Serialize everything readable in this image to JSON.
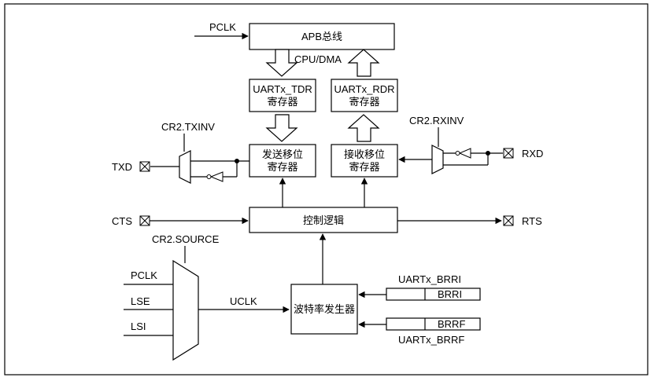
{
  "labels": {
    "pclk_top": "PCLK",
    "apb_bus": "APB总线",
    "cpu_dma": "CPU/DMA",
    "tdr_line1": "UARTx_TDR",
    "tdr_line2": "寄存器",
    "rdr_line1": "UARTx_RDR",
    "rdr_line2": "寄存器",
    "txinv": "CR2.TXINV",
    "rxinv": "CR2.RXINV",
    "tx_shift_line1": "发送移位",
    "tx_shift_line2": "寄存器",
    "rx_shift_line1": "接收移位",
    "rx_shift_line2": "寄存器",
    "txd": "TXD",
    "rxd": "RXD",
    "cts": "CTS",
    "rts": "RTS",
    "control_logic": "控制逻辑",
    "cr2_source": "CR2.SOURCE",
    "mux_pclk": "PCLK",
    "mux_lse": "LSE",
    "mux_lsi": "LSI",
    "uclk": "UCLK",
    "baud_gen": "波特率发生器",
    "brri_reg": "UARTx_BRRI",
    "brri": "BRRI",
    "brrf": "BRRF",
    "brrf_reg": "UARTx_BRRF"
  }
}
